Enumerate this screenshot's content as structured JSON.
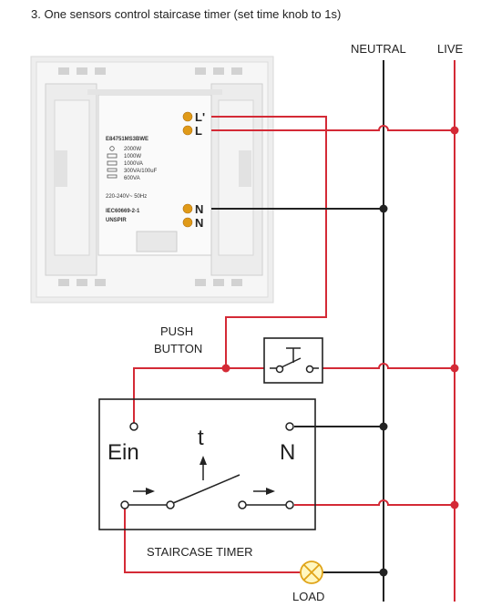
{
  "title": "3. One sensors control staircase timer (set time knob to 1s)",
  "rails": {
    "neutral": "NEUTRAL",
    "live": "LIVE"
  },
  "device": {
    "model": "E84751MS3BWE",
    "ratings": [
      "2000W",
      "1000W",
      "1000VA",
      "300VA/100uF",
      "600VA"
    ],
    "voltage": "220-240V~  50Hz",
    "standard": "IEC60669-2-1",
    "brand": "UNSPIR",
    "terminals": {
      "l_prime": "L'",
      "l": "L",
      "n1": "N",
      "n2": "N"
    }
  },
  "push_button_label": [
    "PUSH",
    "BUTTON"
  ],
  "timer": {
    "ein": "Ein",
    "t": "t",
    "n": "N",
    "label": "STAIRCASE TIMER"
  },
  "load_label": "LOAD",
  "colors": {
    "live": "#d42a36",
    "neutral": "#222222",
    "terminal": "#e09a18"
  }
}
